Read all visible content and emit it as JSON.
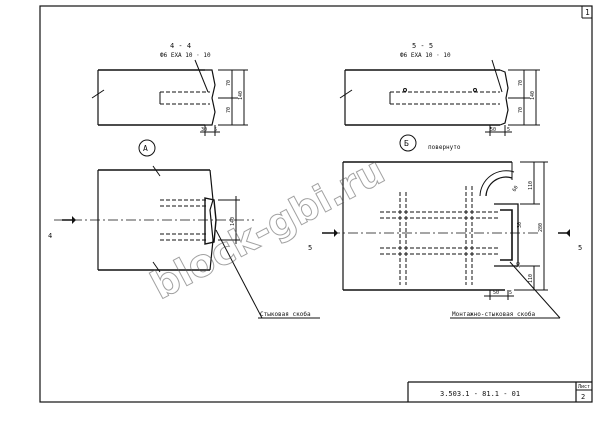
{
  "frame": {
    "corner_mark": "1"
  },
  "views": {
    "section_4": {
      "label": "4 - 4",
      "sublabel": "Ф6 ЕХА 10 ⋅ 10"
    },
    "section_5": {
      "label": "5 - 5",
      "sublabel": "Ф6 ЕХА 10 ⋅ 10"
    },
    "detail_a": "А",
    "detail_b": "Б",
    "turned_note": "повернуто"
  },
  "dimensions": {
    "d70": "70",
    "d140": "140",
    "d30": "30",
    "d5": "5",
    "d50": "50",
    "d110": "110",
    "d280": "280",
    "d60": "60"
  },
  "section_marks": {
    "cut4": "4",
    "cut5": "5"
  },
  "callouts": {
    "weld_a": "Стыковая скоба",
    "weld_b": "Монтажно-стыковая скоба"
  },
  "title_block": {
    "code": "3.503.1 - 81.1 - 01",
    "sheet_label": "Лист",
    "sheet_no": "2"
  },
  "watermark": "block-gbi.ru"
}
